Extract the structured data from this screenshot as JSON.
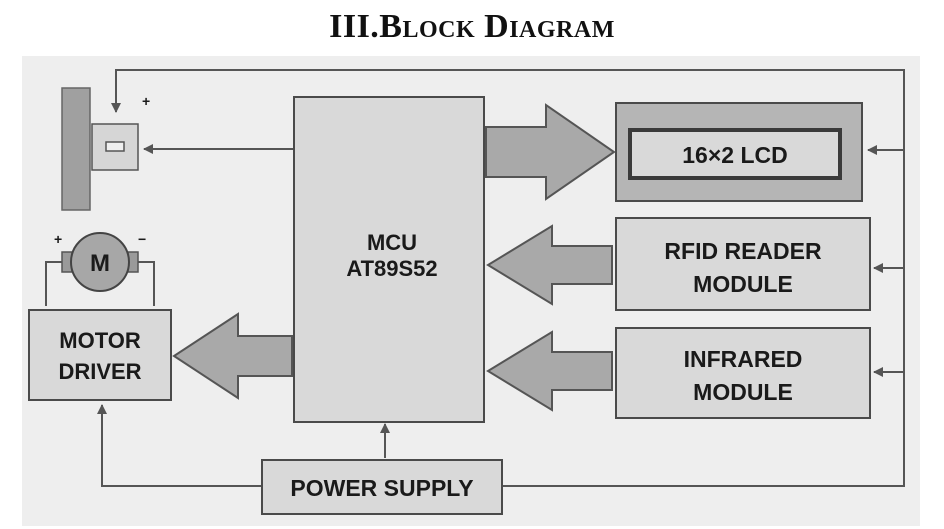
{
  "heading": "III.Block Diagram",
  "blocks": {
    "mcu": [
      "MCU",
      "AT89S52"
    ],
    "lcd": "16×2 LCD",
    "rfid": [
      "RFID READER",
      "MODULE"
    ],
    "infrared": [
      "INFRARED",
      "MODULE"
    ],
    "motor_driver": [
      "MOTOR",
      "DRIVER"
    ],
    "power_supply": "POWER SUPPLY",
    "motor": "M"
  },
  "symbols": {
    "plus": "+",
    "minus": "−"
  },
  "colors": {
    "block_fill": "#d9d9d9",
    "block_stroke": "#4a4a4a",
    "arrow_fill": "#a9a9a9",
    "panel": "#eeeeee"
  }
}
